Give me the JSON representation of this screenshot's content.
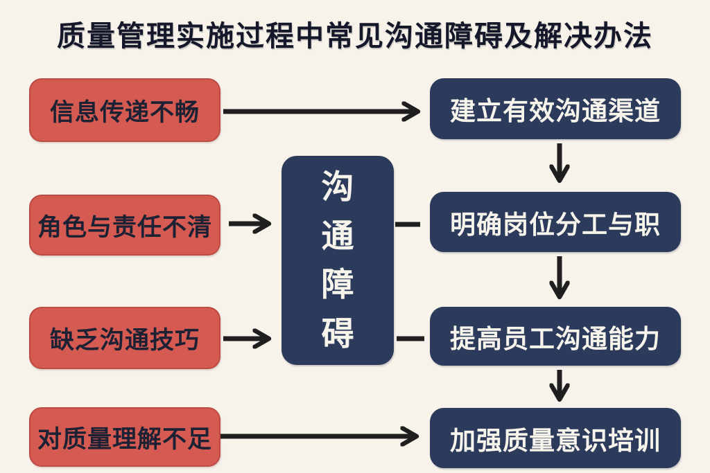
{
  "title": "质量管理实施过程中常见沟通障碍及解决办法",
  "colors": {
    "background": "#f7f3eb",
    "barrier_box": "#d55a52",
    "solution_box": "#2c3b5c",
    "center_box": "#2c3b5c",
    "arrow": "#1f1f1f",
    "barrier_text": "#1c2133",
    "solution_text": "#f7f4ec"
  },
  "barriers": [
    {
      "label": "信息传递不畅"
    },
    {
      "label": "角色与责任不清"
    },
    {
      "label": "缺乏沟通技巧"
    },
    {
      "label": "对质量理解不足"
    }
  ],
  "center": {
    "label": "沟通障碍"
  },
  "solutions": [
    {
      "label": "建立有效沟通渠道"
    },
    {
      "label": "明确岗位分工与职"
    },
    {
      "label": "提高员工沟通能力"
    },
    {
      "label": "加强质量意识培训"
    }
  ]
}
